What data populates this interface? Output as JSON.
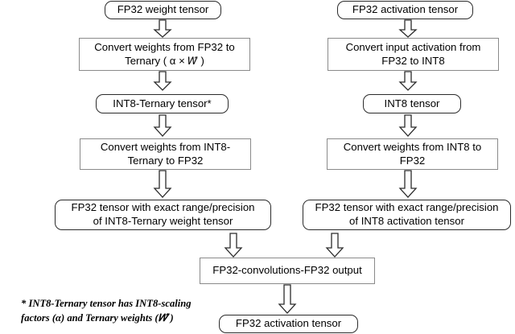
{
  "diagram": {
    "title": "Ternary/INT8 quantization dataflow",
    "colors": {
      "background": "#ffffff",
      "rounded_border": "#2b2b2b",
      "rect_border": "#8a8a8a",
      "arrow_fill": "#ffffff",
      "arrow_stroke": "#2b2b2b",
      "text": "#000000"
    },
    "nodes": [
      {
        "id": "weight-tensor",
        "label": "FP32 weight tensor"
      },
      {
        "id": "activation-tensor",
        "label": "FP32 activation tensor"
      },
      {
        "id": "convert-weights-to-ternary",
        "label": "Convert weights from FP32 to\nTernary ( α × 𝑊̂ )"
      },
      {
        "id": "convert-act-to-int8",
        "label": "Convert input activation from\nFP32 to INT8"
      },
      {
        "id": "int8-ternary-tensor",
        "label": "INT8-Ternary tensor*"
      },
      {
        "id": "int8-tensor",
        "label": "INT8 tensor"
      },
      {
        "id": "convert-ternary-to-fp32",
        "label": "Convert weights from INT8-\nTernary to FP32"
      },
      {
        "id": "convert-int8-to-fp32",
        "label": "Convert weights from INT8 to\nFP32"
      },
      {
        "id": "fp32-weight-result",
        "label": "FP32 tensor with exact range/precision\nof INT8-Ternary weight tensor"
      },
      {
        "id": "fp32-activation-result",
        "label": "FP32 tensor with exact range/precision\nof INT8 activation tensor"
      },
      {
        "id": "fp32-convolutions",
        "label": "FP32-convolutions-FP32 output"
      },
      {
        "id": "output-activation-tensor",
        "label": "FP32 activation tensor"
      }
    ],
    "footnote": {
      "line1": "* INT8-Ternary tensor has INT8-scaling",
      "line2": "factors (α) and Ternary weights (𝑊̂ )"
    }
  }
}
